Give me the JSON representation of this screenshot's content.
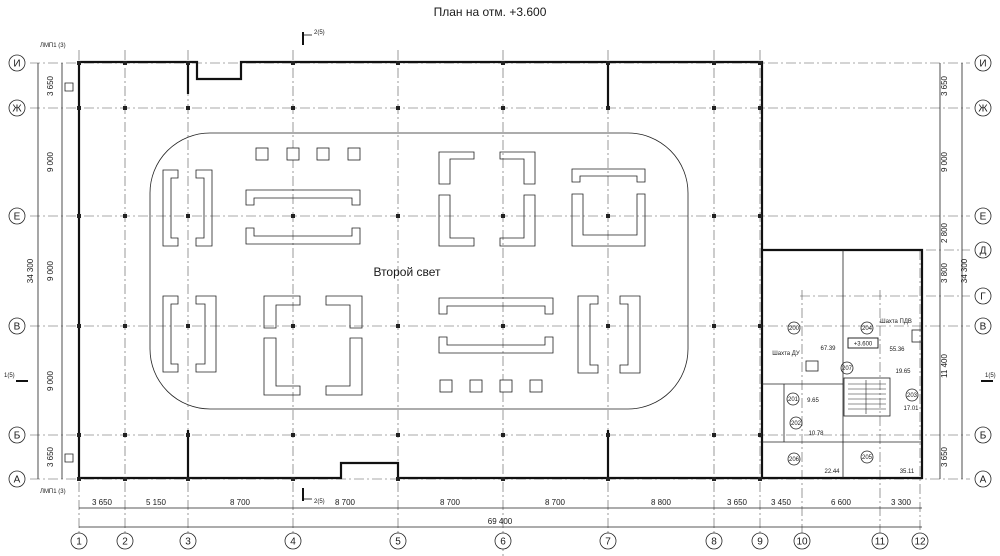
{
  "title": "План на отм. +3.600",
  "atrium_label": "Второй свет",
  "axes_numeric": [
    "1",
    "2",
    "3",
    "4",
    "5",
    "6",
    "7",
    "8",
    "9",
    "10",
    "11",
    "12"
  ],
  "axes_letters": [
    "И",
    "Ж",
    "Е",
    "Д",
    "Г",
    "В",
    "Б",
    "А"
  ],
  "dims_bottom": [
    "3 650",
    "5 150",
    "8 700",
    "8 700",
    "8 700",
    "8 700",
    "8 800",
    "3 650",
    "3 450",
    "6 600",
    "3 300"
  ],
  "dim_total": "69 400",
  "dims_left": [
    "3 650",
    "9 000",
    "9 000",
    "9 000",
    "3 650"
  ],
  "dim_left_total": "34 300",
  "dims_right": [
    "3 650",
    "9 000",
    "2 800",
    "3 800",
    "11 400",
    "3 650"
  ],
  "dim_right_total": "34 300",
  "section_marks": {
    "top": "2(5)",
    "bottom": "2(5)",
    "left": "1(5)",
    "right": "1(5)"
  },
  "lmp_labels": [
    "ЛМП1 (3)",
    "ЛМП1 (3)"
  ],
  "elevation_mark": "+3.600",
  "shaft_labels": [
    "Шахта ДУ",
    "Шахта ПДВ"
  ],
  "rooms": [
    {
      "num": "200"
    },
    {
      "num": "204"
    },
    {
      "num": "207"
    },
    {
      "num": "201"
    },
    {
      "num": "202"
    },
    {
      "num": "203"
    },
    {
      "num": "206"
    },
    {
      "num": "205"
    }
  ],
  "areas": [
    "67.39",
    "55.36",
    "19.65",
    "17.01",
    "9.65",
    "10.78",
    "22.44",
    "35.11"
  ]
}
